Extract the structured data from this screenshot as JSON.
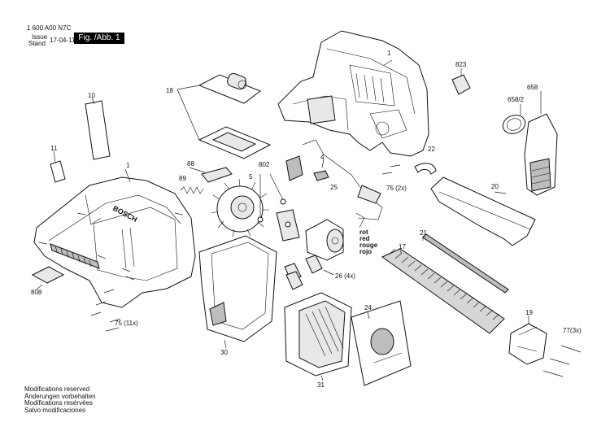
{
  "header": {
    "part_number": "1 600 A00 N7C",
    "issue_label": "Issue",
    "stand_label": "Stand",
    "date": "17-04-11",
    "figure": "Fig. /Abb. 1"
  },
  "footer": {
    "lines": [
      "Modifications reserved",
      "Änderungen vorbehalten",
      "Modifications resérvées",
      "Salvo modificaciones"
    ]
  },
  "callouts": {
    "p1_top": "1",
    "p1_left": "1",
    "p4": "4",
    "p5": "5",
    "p10": "10",
    "p11": "11",
    "p17": "17",
    "p18": "18",
    "p19": "19",
    "p20": "20",
    "p21": "21",
    "p22": "22",
    "p24": "24",
    "p25": "25",
    "p26": "26 (4x)",
    "p30": "30",
    "p31": "31",
    "p75_2x": "75 (2x)",
    "p75_11x": "75 (11x)",
    "p77": "77(3x)",
    "p88": "88",
    "p89": "89",
    "p802": "802",
    "p808": "808",
    "p823": "823",
    "p658": "658",
    "p658_2": "658/2"
  },
  "wire_colors": [
    "rot",
    "red",
    "rouge",
    "rojo"
  ],
  "brand_mark": "BOSCH"
}
